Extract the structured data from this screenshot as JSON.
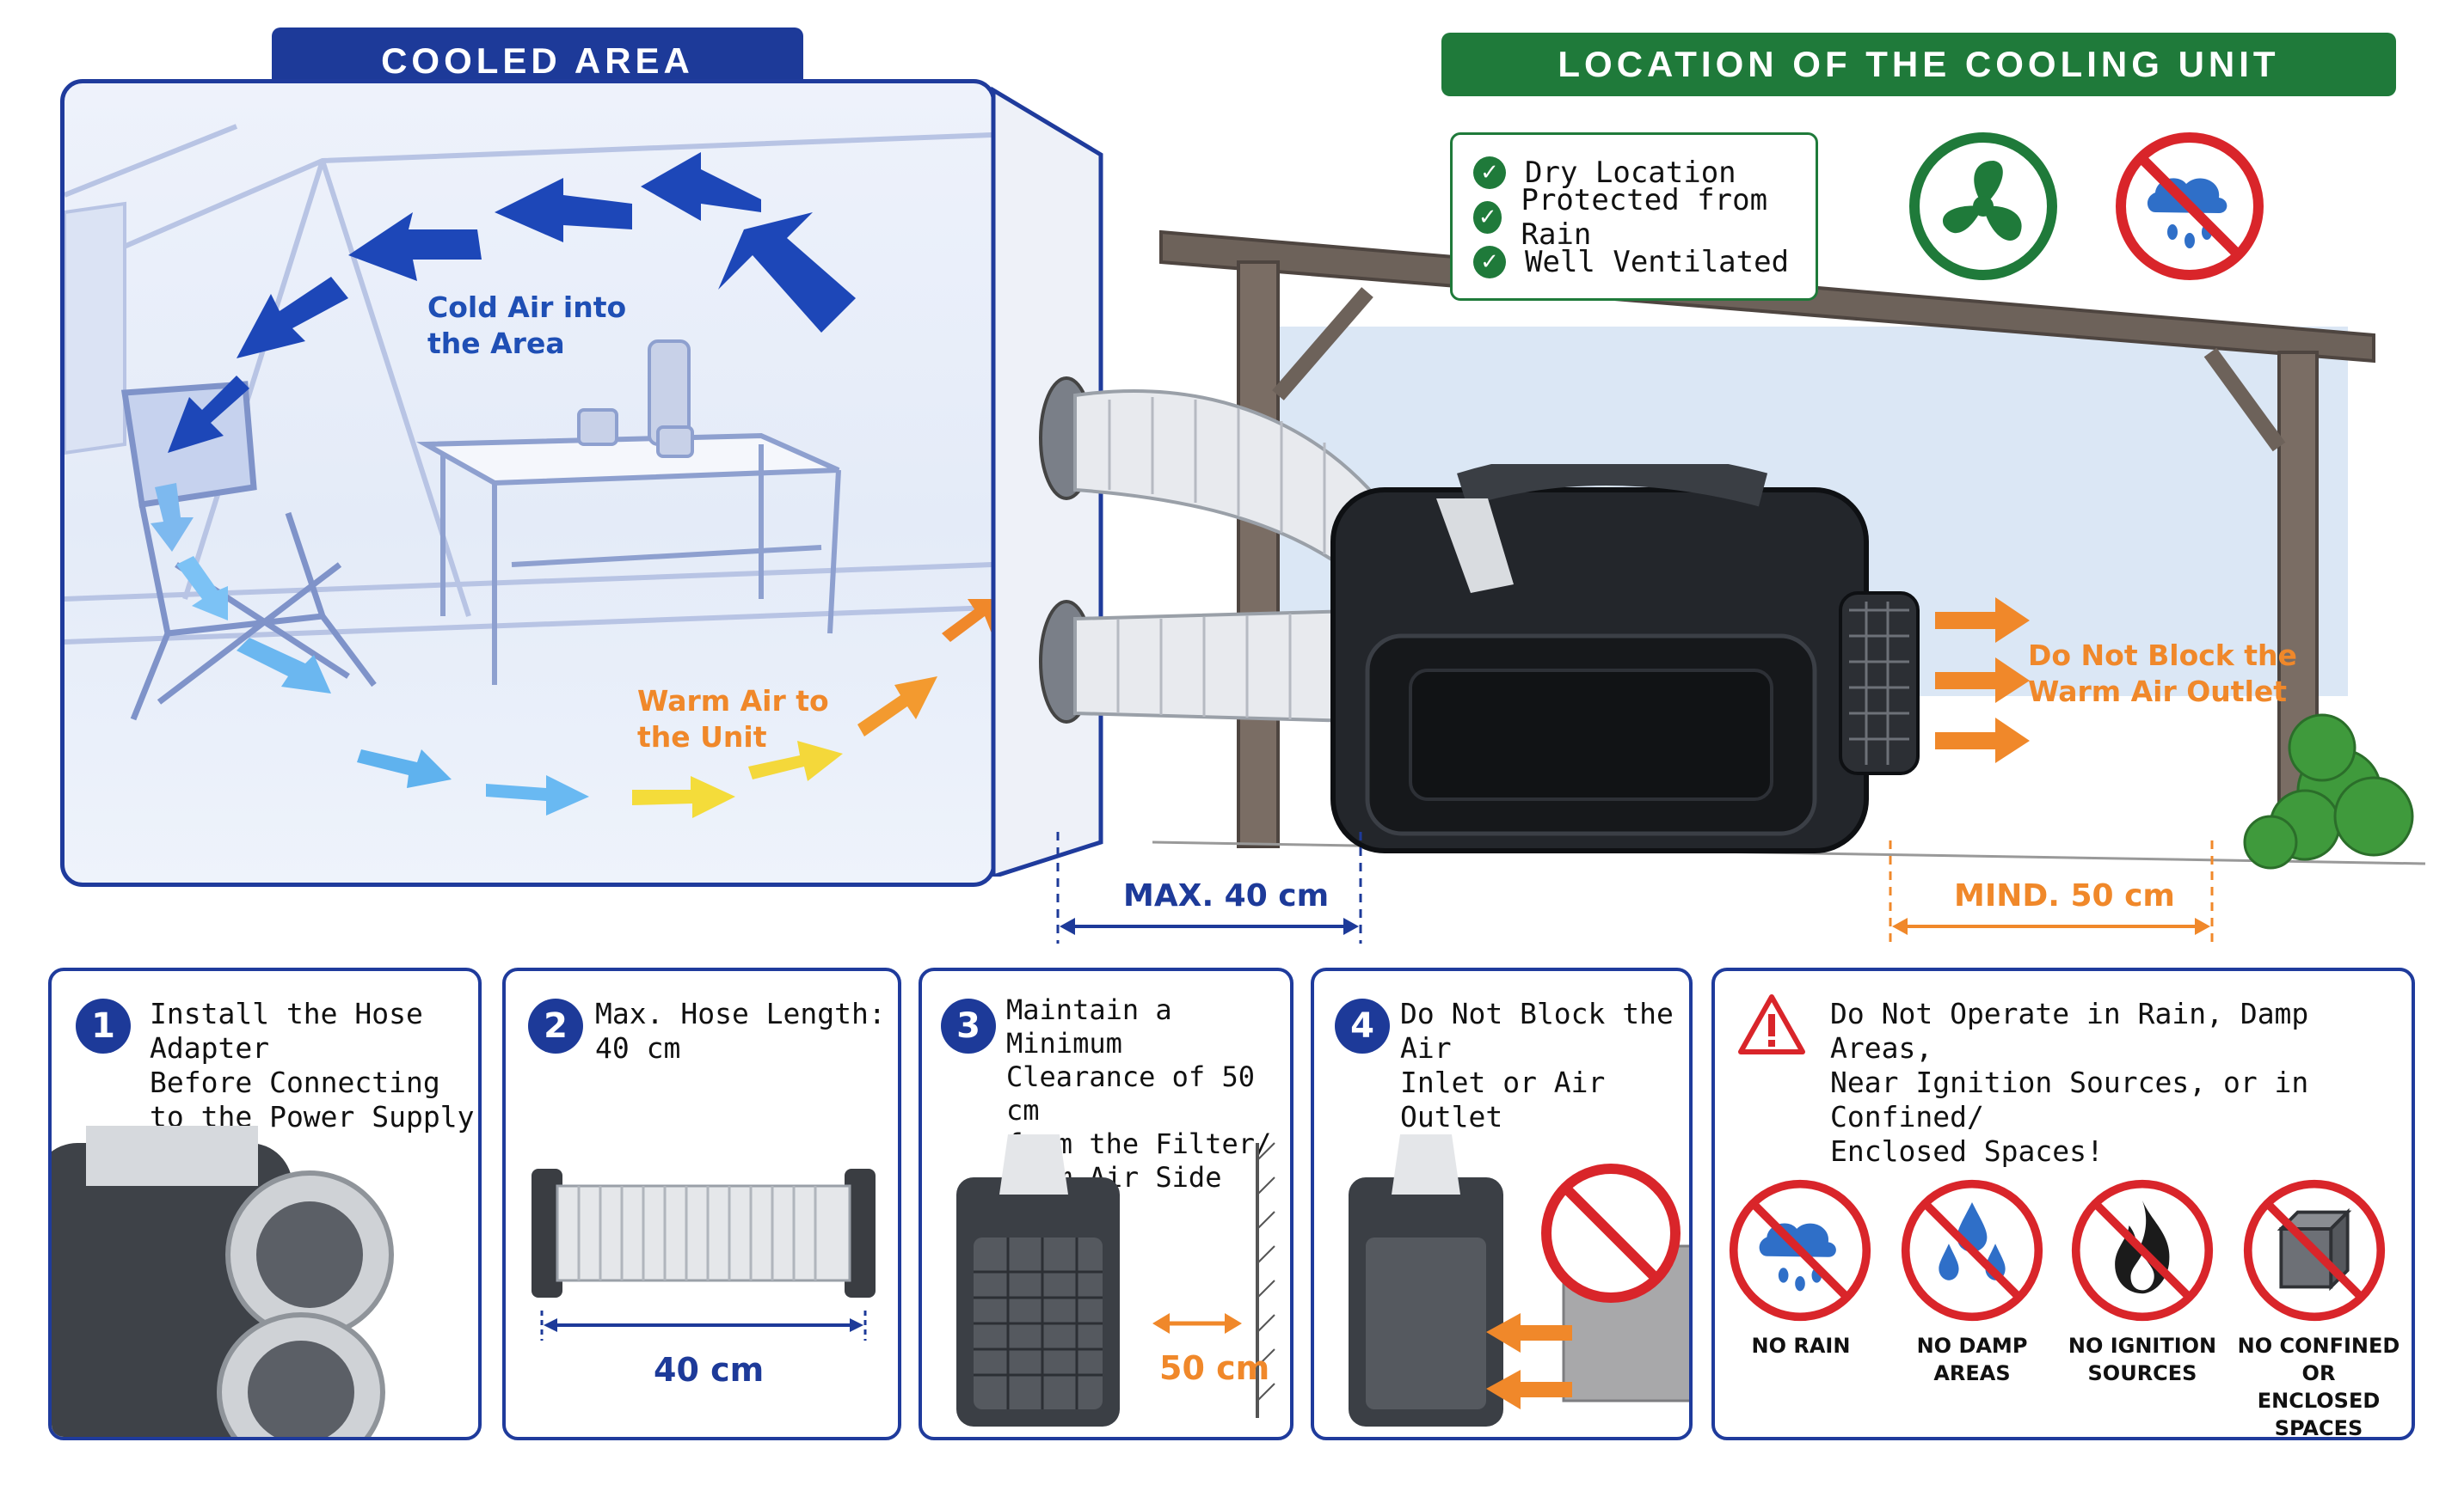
{
  "headers": {
    "cooled_area": "COOLED AREA",
    "location": "LOCATION OF THE COOLING UNIT"
  },
  "colors": {
    "navy": "#1d3a99",
    "green": "#1f7a3a",
    "orange": "#f0882a",
    "red": "#d9252a",
    "yellow": "#f4d83a",
    "light_blue": "#5fb2ee"
  },
  "cooled_area": {
    "cold_air": [
      "Cold Air into",
      "the Area"
    ],
    "warm_air": [
      "Warm Air to",
      "the Unit"
    ]
  },
  "location": {
    "checklist": [
      "Dry Location",
      "Protected from Rain",
      "Well Ventilated"
    ],
    "icons": [
      "fan-icon",
      "no-rain-icon"
    ],
    "outlet_note": [
      "Do Not Block the",
      "Warm Air Outlet"
    ],
    "max_distance": "MAX. 40 cm",
    "min_distance": "MIND. 50 cm"
  },
  "steps": [
    {
      "number": "1",
      "lines": [
        "Install the Hose Adapter",
        "Before Connecting",
        "to the Power Supply"
      ]
    },
    {
      "number": "2",
      "lines": [
        "Max. Hose Length:",
        "40 cm"
      ],
      "measure": "40 cm"
    },
    {
      "number": "3",
      "lines": [
        "Maintain a Minimum",
        "Clearance of 50 cm",
        "from the Filter/",
        "Warm Air Side"
      ],
      "measure": "50 cm"
    },
    {
      "number": "4",
      "lines": [
        "Do Not Block the Air",
        "Inlet or Air Outlet"
      ]
    }
  ],
  "warning": {
    "lines": [
      "Do Not Operate in Rain, Damp Areas,",
      "Near Ignition Sources, or in Confined/",
      "Enclosed Spaces!"
    ],
    "icons": [
      {
        "icon": "no-rain-icon",
        "label": [
          "NO RAIN"
        ]
      },
      {
        "icon": "no-damp-icon",
        "label": [
          "NO DAMP AREAS"
        ]
      },
      {
        "icon": "no-fire-icon",
        "label": [
          "NO IGNITION",
          "SOURCES"
        ]
      },
      {
        "icon": "no-box-icon",
        "label": [
          "NO CONFINED OR",
          "ENCLOSED SPACES"
        ]
      }
    ]
  }
}
